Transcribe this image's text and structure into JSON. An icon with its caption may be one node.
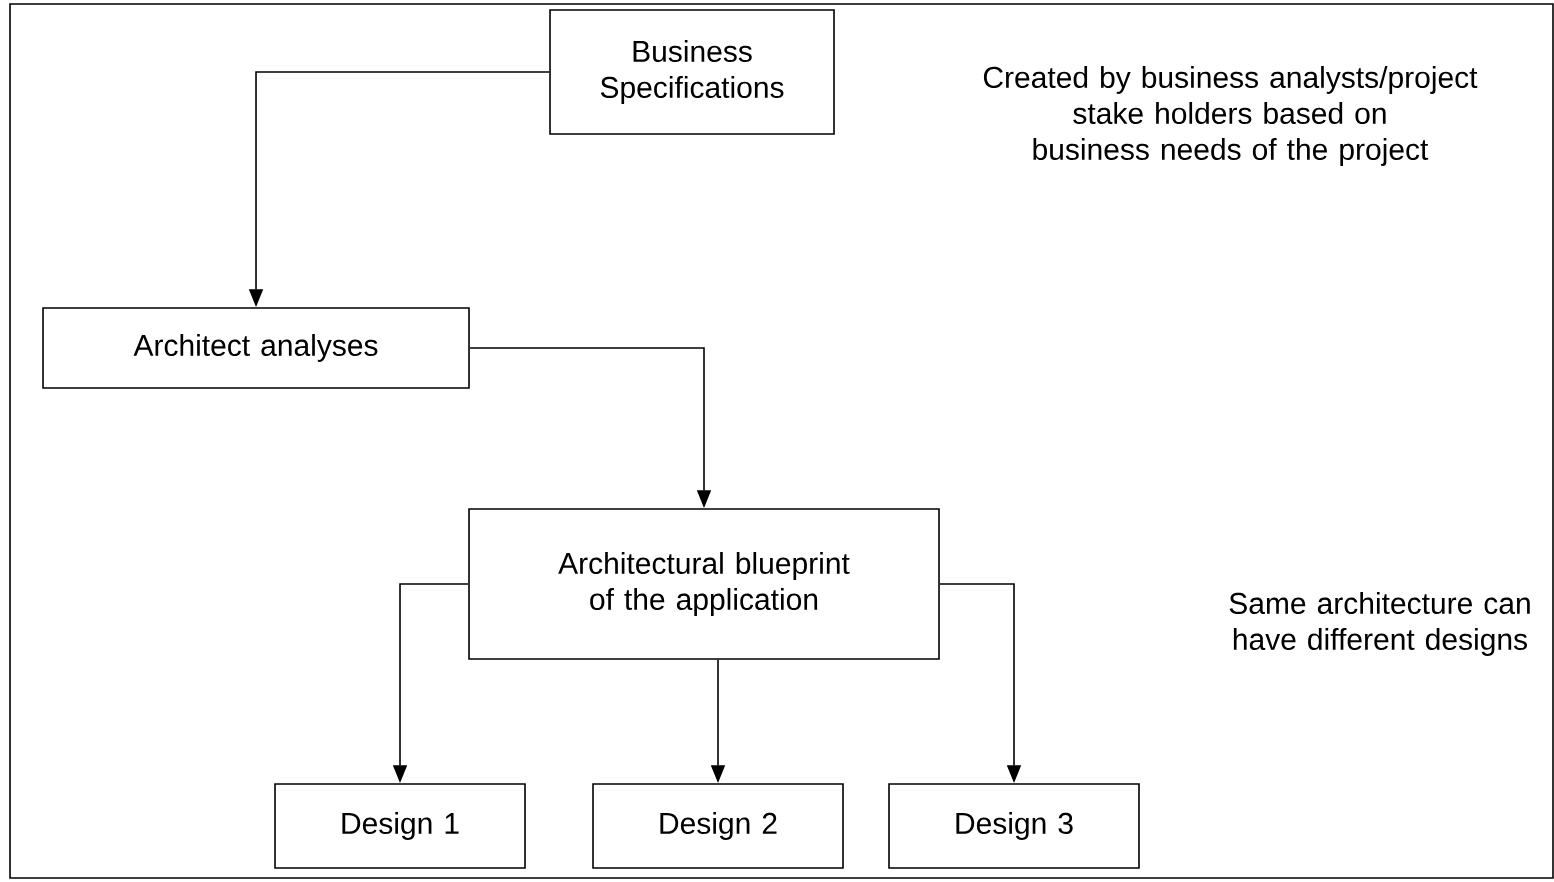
{
  "diagram": {
    "nodes": [
      {
        "text": [
          "Business Specifications"
        ]
      },
      {
        "text": [
          "Architect analyses"
        ]
      },
      {
        "text": [
          "Architectural blueprint of the application"
        ]
      },
      {
        "text": [
          "Design 1"
        ]
      },
      {
        "text": [
          "Design 2"
        ]
      },
      {
        "text": [
          "Design 3"
        ]
      }
    ],
    "edges": [
      {
        "from": 0,
        "to": 1,
        "arrow": "to"
      },
      {
        "from": 1,
        "to": 2,
        "arrow": "to"
      },
      {
        "from": 2,
        "to": 3,
        "arrow": "to"
      },
      {
        "from": 2,
        "to": 4,
        "arrow": "to"
      },
      {
        "from": 2,
        "to": 5,
        "arrow": "to"
      }
    ],
    "labels": [
      "Created by business analysts/project stake holders based on business needs of the project",
      "Same architecture can have different designs"
    ]
  }
}
